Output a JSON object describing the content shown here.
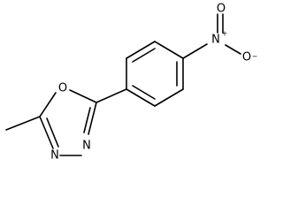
{
  "structure": {
    "atoms": {
      "ring_oxygen": "O",
      "ring_nitrogen_upper": "N",
      "ring_nitrogen_lower": "N",
      "nitro_nitrogen": "N",
      "nitro_nitrogen_charge": "+",
      "nitro_oxygen_upper": "O",
      "nitro_oxygen_lower": "O",
      "nitro_oxygen_lower_charge": "−"
    }
  }
}
